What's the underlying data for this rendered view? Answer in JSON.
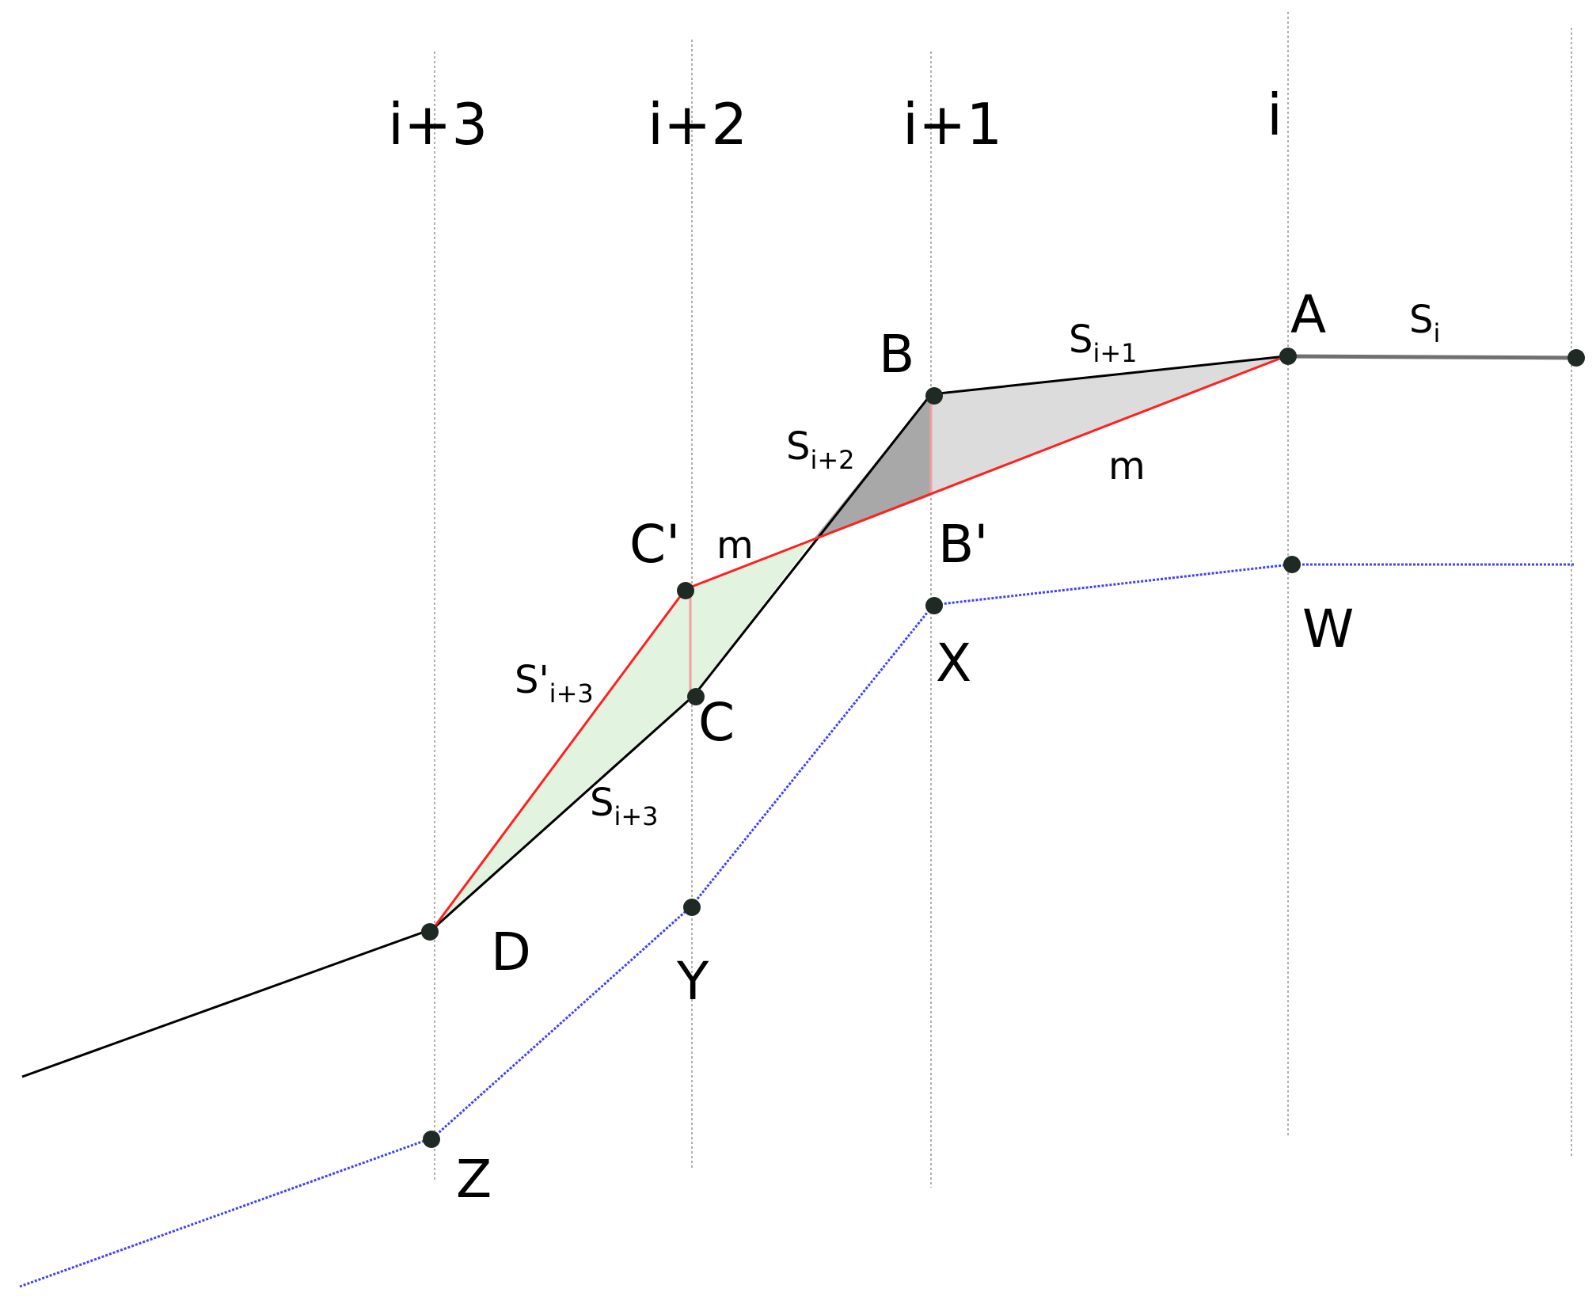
{
  "columns": {
    "i3": "i+3",
    "i2": "i+2",
    "i1": "i+1",
    "i0": "i"
  },
  "points": {
    "A": "A",
    "B": "B",
    "B_prime": "B'",
    "C": "C",
    "C_prime": "C'",
    "D": "D",
    "W": "W",
    "X": "X",
    "Y": "Y",
    "Z": "Z"
  },
  "segments": {
    "s_i": {
      "base": "S",
      "sub": "i"
    },
    "s_i1": {
      "base": "S",
      "sub": "i+1"
    },
    "s_i2": {
      "base": "S",
      "sub": "i+2"
    },
    "s_i3": {
      "base": "S",
      "sub": "i+3"
    },
    "s_prime_i3": {
      "base": "S'",
      "sub": "i+3"
    },
    "m_upper": "m",
    "m_lower": "m"
  },
  "colors": {
    "profile_line": "#000000",
    "modified_line": "#ff2020",
    "reference_line": "#4040ff",
    "grid_line": "#b0b0b0",
    "gray_region": "#dcdcdc",
    "dark_gray_region": "#a8a8a8",
    "green_region": "#e2f4df",
    "point": "#1f2a24"
  }
}
